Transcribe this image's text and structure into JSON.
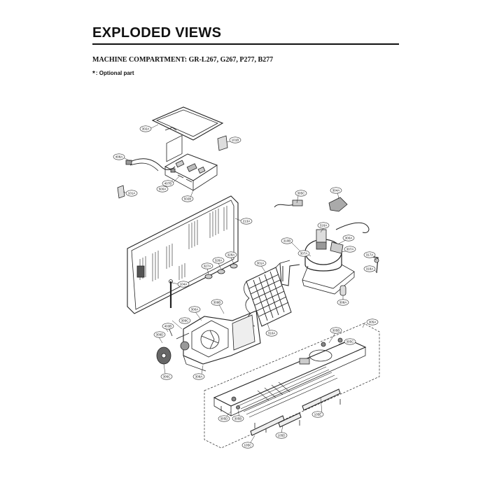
{
  "header": {
    "title": "EXPLODED VIEWS",
    "section": "MACHINE COMPARTMENT: GR-L267, G267, P277, B277",
    "optional_star": "*",
    "optional_text": ": Optional part"
  },
  "parts": [
    {
      "id": "p302A",
      "code": "302A"
    },
    {
      "id": "p101B",
      "code": "101B"
    },
    {
      "id": "p408A",
      "code": "408A"
    },
    {
      "id": "p407B",
      "code": "407B"
    },
    {
      "id": "p101A",
      "code": "101A"
    },
    {
      "id": "p500A",
      "code": "500A"
    },
    {
      "id": "p502B",
      "code": "502B"
    },
    {
      "id": "p213A",
      "code": "213A"
    },
    {
      "id": "p305C",
      "code": "305C"
    },
    {
      "id": "p304A",
      "code": "304A"
    },
    {
      "id": "p316A",
      "code": "316A"
    },
    {
      "id": "p310B",
      "code": "310B"
    },
    {
      "id": "p300A_c",
      "code": "300A"
    },
    {
      "id": "p307A_l",
      "code": "307A"
    },
    {
      "id": "p307A_r",
      "code": "307A"
    },
    {
      "id": "p317A",
      "code": "317A"
    },
    {
      "id": "p318A",
      "code": "318A"
    },
    {
      "id": "p327A",
      "code": "327A"
    },
    {
      "id": "p328A",
      "code": "328A"
    },
    {
      "id": "p328A_2",
      "code": "328A"
    },
    {
      "id": "p301A",
      "code": "301A"
    },
    {
      "id": "p104A",
      "code": "104A"
    },
    {
      "id": "p308A_r",
      "code": "308A"
    },
    {
      "id": "p300A_f",
      "code": "300A"
    },
    {
      "id": "p309B",
      "code": "309B"
    },
    {
      "id": "p309C",
      "code": "309C"
    },
    {
      "id": "p403B",
      "code": "403B"
    },
    {
      "id": "p309D",
      "code": "309D"
    },
    {
      "id": "p310A",
      "code": "310A"
    },
    {
      "id": "p305A",
      "code": "305A"
    },
    {
      "id": "p305B",
      "code": "305B"
    },
    {
      "id": "p305C_b",
      "code": "305C"
    },
    {
      "id": "p306C",
      "code": "306C"
    },
    {
      "id": "p308A_b",
      "code": "308A"
    },
    {
      "id": "p105E",
      "code": "105E"
    },
    {
      "id": "p105C",
      "code": "105C"
    },
    {
      "id": "p105D",
      "code": "105D"
    },
    {
      "id": "p305D",
      "code": "305D"
    },
    {
      "id": "p305B_b",
      "code": "305B"
    }
  ]
}
